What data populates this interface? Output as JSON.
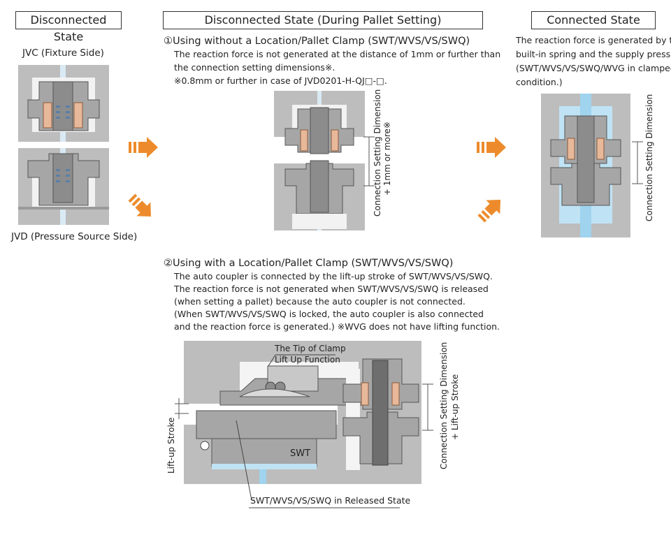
{
  "titles": {
    "left": "Disconnected State",
    "middle": "Disconnected State (During Pallet Setting)",
    "right": "Connected State"
  },
  "left": {
    "jvc_label": "JVC (Fixture Side)",
    "jvd_label": "JVD (Pressure Source Side)"
  },
  "section1": {
    "heading": "①Using without a Location/Pallet Clamp (SWT/WVS/VS/SWQ)",
    "lines": [
      "The reaction force is not generated at the distance of 1mm or further than",
      "the connection setting dimensions※.",
      "※0.8mm or further in case of JVD0201-H-QJ□-□."
    ],
    "dim_label_1": "Connection Setting Dimension",
    "dim_label_2": "+ 1mm or more※"
  },
  "right": {
    "lines": [
      "The reaction force is generated by the",
      "built-in spring and the supply pressure.",
      "(SWT/WVS/VS/SWQ/WVG in clamped",
      " condition.)"
    ],
    "dim_label": "Connection Setting Dimension"
  },
  "section2": {
    "heading": "②Using with a Location/Pallet Clamp (SWT/WVS/VS/SWQ)",
    "lines": [
      "The auto coupler is connected by the lift-up stroke of SWT/WVS/VS/SWQ.",
      "The reaction force is not generated when SWT/WVS/VS/SWQ is released",
      "(when setting a pallet) because the auto coupler is not connected.",
      "(When SWT/WVS/VS/SWQ is locked, the auto coupler is also connected",
      " and the reaction force is generated.) ※WVG does not have lifting function."
    ],
    "callout_tip_1": "The Tip of Clamp",
    "callout_tip_2": "Lift Up Function",
    "lift_label": "Lift-up Stroke",
    "swt_label": "SWT",
    "released_label": "SWT/WVS/VS/SWQ in Released State",
    "dim_label_1": "Connection Setting Dimension",
    "dim_label_2": "+ Lift-up Stroke"
  },
  "colors": {
    "body_gray": "#a6a6a6",
    "dark_gray": "#6e6e6e",
    "spring_orange": "#e8b89a",
    "fluid_blue": "#bfe3f4",
    "arrow_orange": "#ed8b2c"
  }
}
